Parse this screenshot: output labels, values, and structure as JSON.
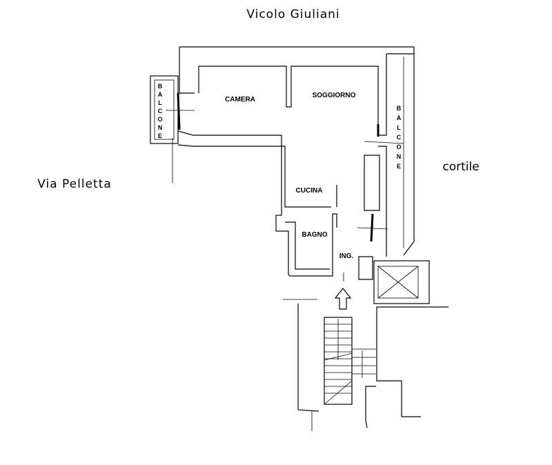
{
  "labels": {
    "street_top": "Vicolo Giuliani",
    "street_left": "Via Pelletta",
    "courtyard": "cortile"
  },
  "rooms": {
    "camera": "CAMERA",
    "soggiorno": "SOGGIORNO",
    "cucina": "CUCINA",
    "bagno": "BAGNO",
    "ingresso": "ING."
  },
  "balconies": {
    "left": [
      "B",
      "A",
      "L",
      "C",
      "O",
      "N",
      "E"
    ],
    "right": [
      "B",
      "A",
      "L",
      "C",
      "O",
      "N",
      "E"
    ]
  },
  "colors": {
    "line": "#000000",
    "background": "#ffffff"
  },
  "icons": {
    "entrance": "up-arrow-icon",
    "lift": "elevator-shaft-icon"
  }
}
